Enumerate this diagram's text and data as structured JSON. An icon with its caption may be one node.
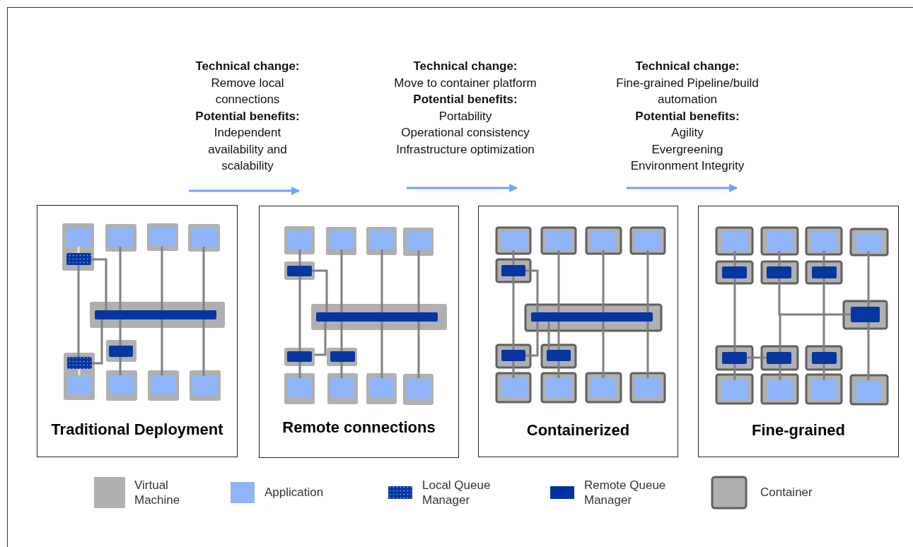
{
  "diagram": {
    "nodes": [
      {
        "text": [
          "Traditional Deployment"
        ]
      },
      {
        "text": [
          "Remote connections"
        ]
      },
      {
        "text": [
          "Containerized"
        ]
      },
      {
        "text": [
          "Fine-grained"
        ]
      }
    ],
    "edges": [],
    "labels": [
      "Technical change:",
      "Remove local connections",
      "Potential benefits:",
      "Independent availability and scalability",
      "Technical change:",
      "Move to container platform",
      "Potential benefits:",
      "Portability",
      "Operational consistency",
      "Infrastructure optimization",
      "Technical change:",
      "Fine-grained Pipeline/build automation",
      "Potential benefits:",
      "Agility",
      "Evergreening",
      "Environment Integrity"
    ],
    "legend": [
      {
        "text": "Virtual Machine",
        "color": "#b0b0b0"
      },
      {
        "text": "Application",
        "color": "#8fb4fa"
      },
      {
        "text": "Local Queue Manager"
      },
      {
        "text": "Remote Queue Manager",
        "color": "#0033a0"
      },
      {
        "text": "Container"
      }
    ]
  }
}
